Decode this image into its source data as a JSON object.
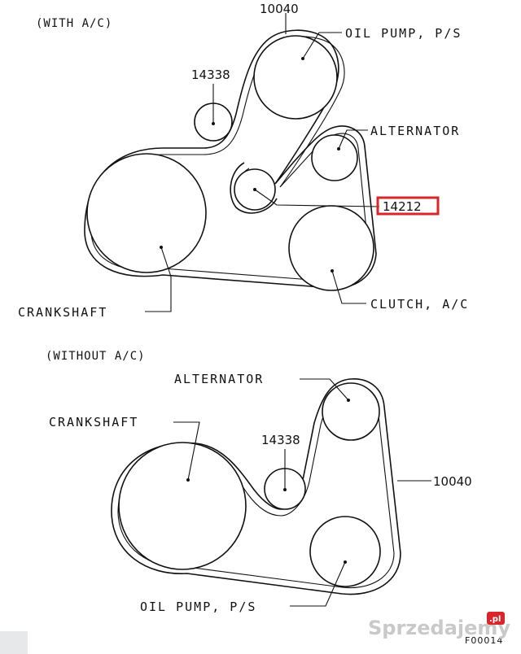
{
  "top_section": {
    "header": "(WITH A/C)",
    "labels": {
      "belt_10040": "10040",
      "oil_pump": "OIL PUMP, P/S",
      "idler_14338": "14338",
      "alternator": "ALTERNATOR",
      "tensioner_14212": "14212",
      "crankshaft": "CRANKSHAFT",
      "clutch": "CLUTCH, A/C"
    },
    "highlight_color": "#d9262b"
  },
  "bottom_section": {
    "header": "(WITHOUT A/C)",
    "labels": {
      "alternator": "ALTERNATOR",
      "crankshaft": "CRANKSHAFT",
      "idler_14338": "14338",
      "belt_10040": "10040",
      "oil_pump": "OIL PUMP, P/S"
    }
  },
  "figure_code": "F00014",
  "watermark": {
    "text": "Sprzedajemy",
    "badge": ".pl",
    "badge_color": "#d9262b"
  }
}
